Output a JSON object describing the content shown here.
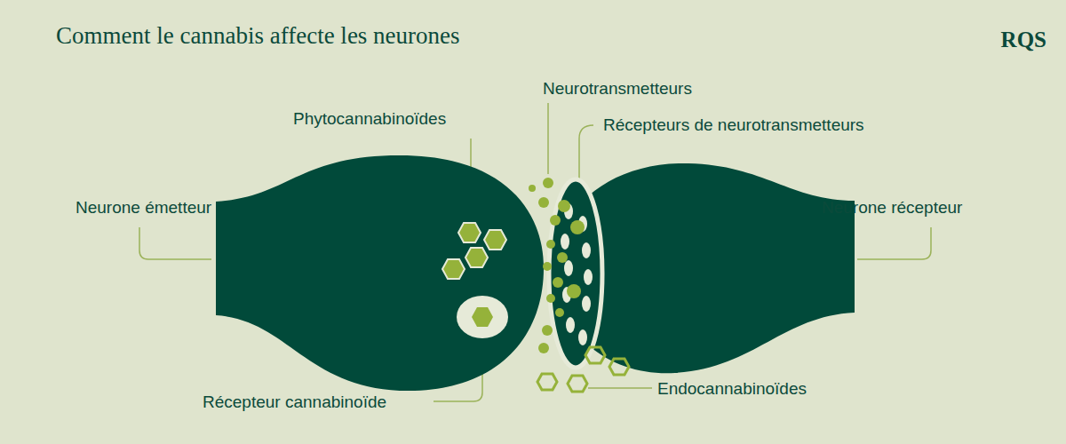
{
  "diagram": {
    "title": "Comment le cannabis affecte les neurones",
    "labels": [
      "RQS",
      "Neurotransmetteurs",
      "Phytocannabinoïdes",
      "Récepteurs de neurotransmetteurs",
      "Neurone émetteur",
      "Neurone récepteur",
      "Récepteur cannabinoïde",
      "Endocannabinoïdes"
    ]
  }
}
